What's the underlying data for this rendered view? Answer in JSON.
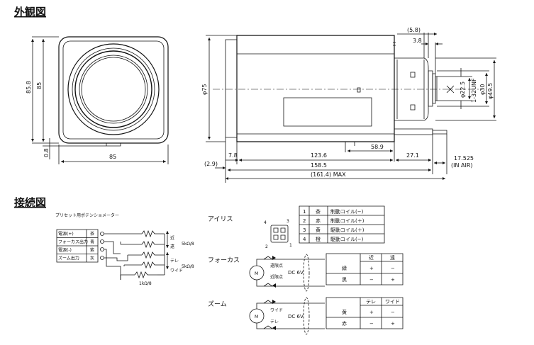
{
  "headings": {
    "outline": "外観図",
    "wiring": "接続図"
  },
  "front_view": {
    "height_outer": "85.8",
    "height_inner": "85",
    "width": "85",
    "offset": "0.8"
  },
  "side_view": {
    "diameter_body": "φ75",
    "top_dim_1": "(5.8)",
    "top_dim_2": "3.8",
    "mount_thread": "1-32UNF",
    "dia_1": "φ22.5",
    "dia_2": "φ30",
    "dia_3": "φ49.5",
    "dim_58_9": "58.9",
    "dim_7_8": "7.8",
    "dim_123_6": "123.6",
    "dim_27_1": "27.1",
    "dim_2_9": "(2.9)",
    "dim_158_5": "158.5",
    "dim_17_525": "17.525",
    "in_air": "(IN AIR)",
    "dim_161_4": "(161.4) MAX"
  },
  "preset": {
    "title": "プリセット用ポテンショメーター",
    "rows": [
      {
        "label": "電源(+)",
        "color": "茶"
      },
      {
        "label": "フォーカス出力",
        "color": "青"
      },
      {
        "label": "電源(-)",
        "color": "紫"
      },
      {
        "label": "ズーム出力",
        "color": "灰"
      }
    ],
    "focus_near": "近",
    "focus_far": "遠",
    "tele": "テレ",
    "wide": "ワイド",
    "r_value_1": "5kΩ/8",
    "r_value_2": "5kΩ/8",
    "r_value_3": "1kΩ/8"
  },
  "iris": {
    "label": "アイリス",
    "pins": [
      "1",
      "2",
      "3",
      "4"
    ],
    "table": [
      {
        "no": "1",
        "color": "茶",
        "func": "制動コイル(−)"
      },
      {
        "no": "2",
        "color": "赤",
        "func": "制動コイル(＋)"
      },
      {
        "no": "3",
        "color": "黄",
        "func": "駆動コイル(＋)"
      },
      {
        "no": "4",
        "color": "橙",
        "func": "駆動コイル(−)"
      }
    ]
  },
  "focus": {
    "label": "フォーカス",
    "motor": "M",
    "limit_a": "遠限点",
    "limit_b": "近限点",
    "voltage": "DC 6V",
    "header": [
      "近",
      "遠"
    ],
    "rows": [
      {
        "wire": "緑",
        "a": "+",
        "b": "−"
      },
      {
        "wire": "黒",
        "a": "−",
        "b": "+"
      }
    ]
  },
  "zoom": {
    "label": "ズーム",
    "motor": "M",
    "limit_a": "ワイド",
    "limit_b": "テレ",
    "voltage": "DC 6V",
    "header": [
      "テレ",
      "ワイド"
    ],
    "rows": [
      {
        "wire": "黄",
        "a": "+",
        "b": "−"
      },
      {
        "wire": "赤",
        "a": "−",
        "b": "+"
      }
    ]
  }
}
